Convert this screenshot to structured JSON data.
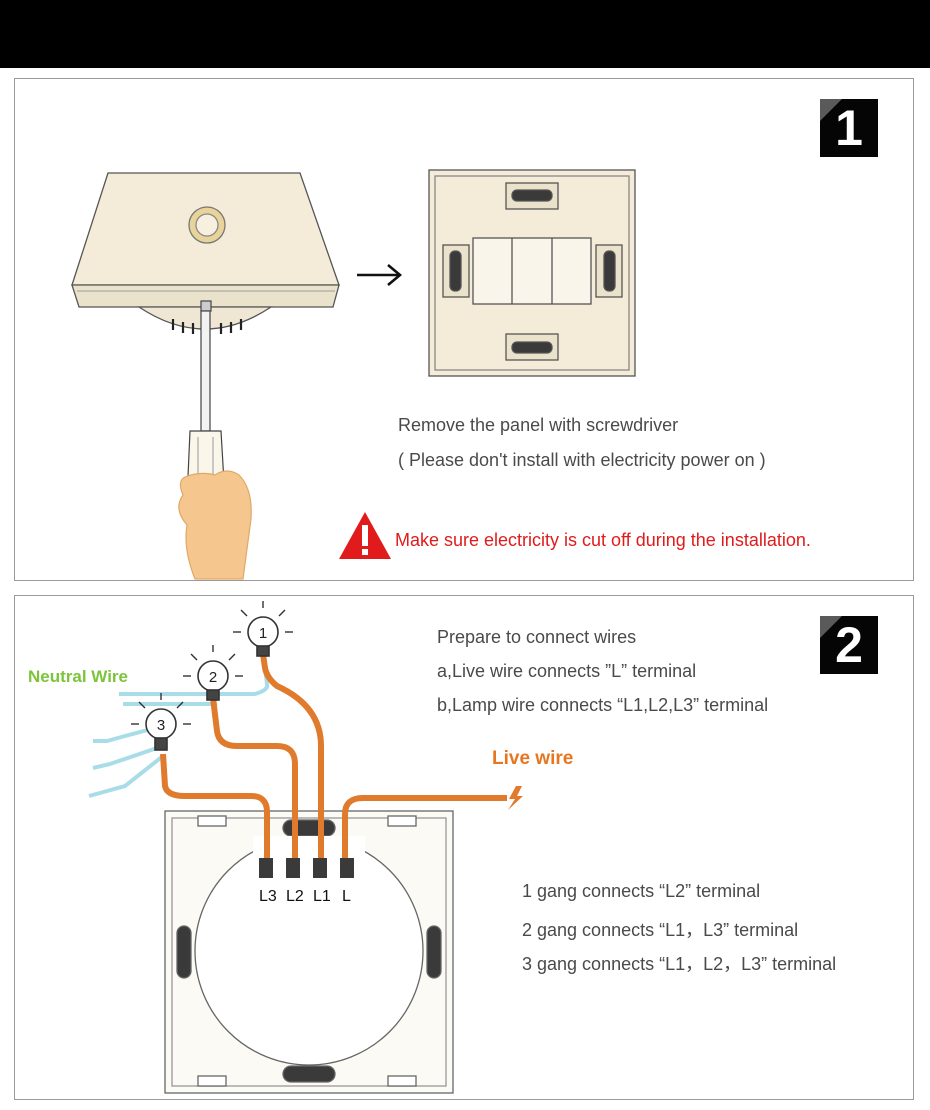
{
  "step1": {
    "badge": "1",
    "line1": "Remove the panel with screwdriver",
    "line2": "( Please don't install with electricity power on )",
    "warning": "Make sure electricity is cut off during the installation.",
    "warning_icon": "warning-triangle-icon"
  },
  "step2": {
    "badge": "2",
    "line1": "Prepare to connect wires",
    "line2": "a,Live wire connects ”L” terminal",
    "line3": "b,Lamp wire connects “L1,L2,L3” terminal",
    "neutral_label": "Neutral Wire",
    "live_label": "Live wire",
    "terminals": [
      "L3",
      "L2",
      "L1",
      "L",
      "1",
      "2",
      "3"
    ],
    "gang1": "1 gang connects “L2” terminal",
    "gang2": "2 gang connects “L1，L3” terminal",
    "gang3": "3 gang connects “L1，L2，L3” terminal"
  },
  "colors": {
    "wire_orange": "#e07a2c",
    "wire_blue": "#a8dde8",
    "neutral_green": "#7cc43b",
    "warning_red": "#e11b1b"
  }
}
